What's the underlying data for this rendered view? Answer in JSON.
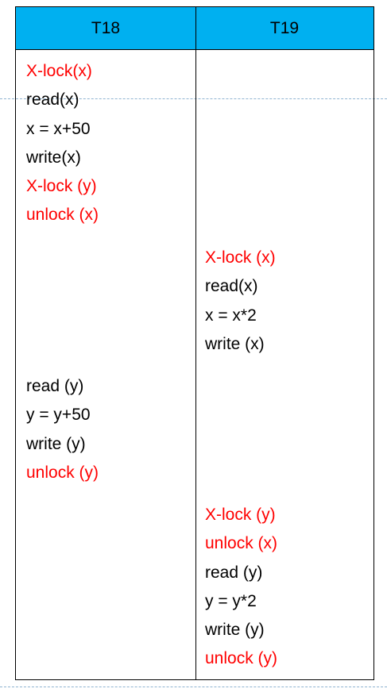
{
  "header": {
    "t18": "T18",
    "t19": "T19"
  },
  "colors": {
    "header_bg": "#00b0f0",
    "lock_text": "#ff0000",
    "normal_text": "#000000",
    "guide_line": "#8fb3d1"
  },
  "t18_block1": [
    {
      "text": "X-lock(x)",
      "kind": "lock"
    },
    {
      "text": "read(x)",
      "kind": "op"
    },
    {
      "text": "x = x+50",
      "kind": "op"
    },
    {
      "text": "write(x)",
      "kind": "op"
    },
    {
      "text": "X-lock (y)",
      "kind": "lock"
    },
    {
      "text": "unlock (x)",
      "kind": "lock"
    }
  ],
  "t19_block1": [
    {
      "text": "X-lock (x)",
      "kind": "lock"
    },
    {
      "text": "read(x)",
      "kind": "op"
    },
    {
      "text": "x = x*2",
      "kind": "op"
    },
    {
      "text": "write (x)",
      "kind": "op"
    }
  ],
  "t18_block2": [
    {
      "text": "read (y)",
      "kind": "op"
    },
    {
      "text": "y = y+50",
      "kind": "op"
    },
    {
      "text": "write (y)",
      "kind": "op"
    },
    {
      "text": "unlock (y)",
      "kind": "lock"
    }
  ],
  "t19_block2": [
    {
      "text": "X-lock (y)",
      "kind": "lock"
    },
    {
      "text": "unlock (x)",
      "kind": "lock"
    },
    {
      "text": "read (y)",
      "kind": "op"
    },
    {
      "text": "y = y*2",
      "kind": "op"
    },
    {
      "text": "write (y)",
      "kind": "op"
    },
    {
      "text": "unlock (y)",
      "kind": "lock"
    }
  ]
}
